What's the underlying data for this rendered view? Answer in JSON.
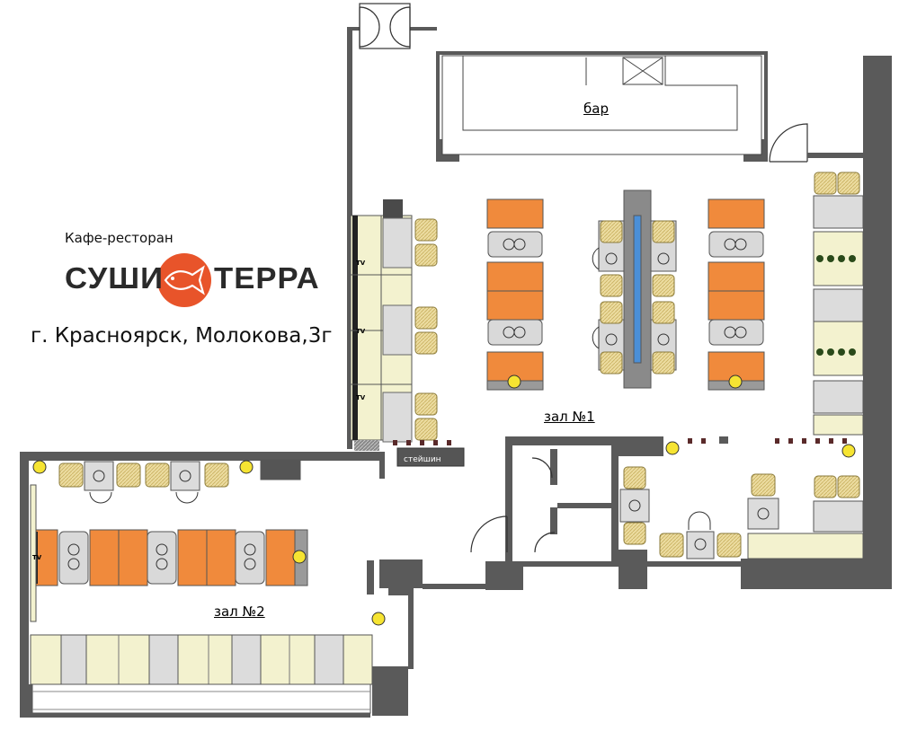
{
  "header": {
    "subtitle": "Кафе-ресторан",
    "brand_left": "СУШИ",
    "brand_right": "ТЕРРА",
    "address": "г. Красноярск, Молокова,3г"
  },
  "rooms": {
    "bar": "бар",
    "hall1": "зал №1",
    "hall2": "зал №2"
  },
  "labels": {
    "tv": "TV",
    "station": "стейшин"
  },
  "colors": {
    "wall": "#5a5a5a",
    "sofa_orange": "#f08a3c",
    "table_gray": "#d9d9d9",
    "chair_tan": "#e8d48a",
    "bench_cream": "#f3f2cf",
    "logo_red": "#e8542a",
    "tv_blue": "#4a8fd8",
    "lamp_yellow": "#f6e432"
  },
  "icons": [
    "logo-fish-icon",
    "door-swing-icon",
    "lamp-icon",
    "plant-icon",
    "chair-icon",
    "table-icon",
    "sofa-icon",
    "tv-icon"
  ]
}
